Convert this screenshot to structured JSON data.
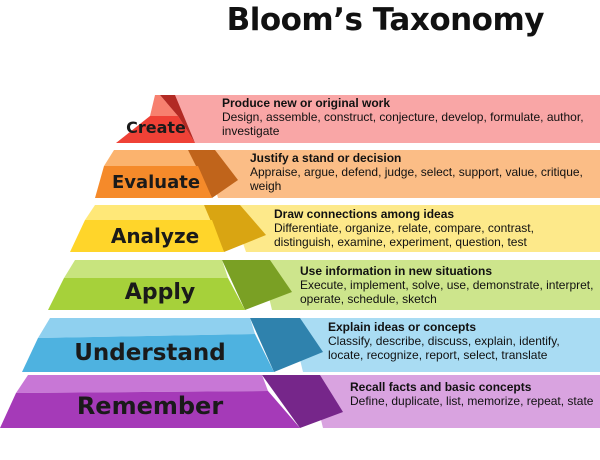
{
  "title": "Bloom’s Taxonomy",
  "levels": [
    {
      "name": "Create",
      "heading": "Produce new or original work",
      "description": "Design, assemble, construct, conjecture, develop, formulate, author, investigate",
      "colors": {
        "band": "#f9a6a6",
        "front": "#ef4136",
        "side": "#b22a24",
        "top": "#f7806f"
      }
    },
    {
      "name": "Evaluate",
      "heading": "Justify a stand or decision",
      "description": "Appraise, argue, defend, judge, select, support, value, critique, weigh",
      "colors": {
        "band": "#fbbd86",
        "front": "#f58a2a",
        "side": "#c0641b",
        "top": "#fbb36e"
      }
    },
    {
      "name": "Analyze",
      "heading": "Draw connections among ideas",
      "description": "Differentiate, organize, relate, compare, contrast, distinguish, examine, experiment, question, test",
      "colors": {
        "band": "#fde98a",
        "front": "#ffd52a",
        "side": "#d9a512",
        "top": "#ffe878"
      }
    },
    {
      "name": "Apply",
      "heading": "Use information in new situations",
      "description": "Execute, implement, solve, use, demonstrate, interpret, operate, schedule, sketch",
      "colors": {
        "band": "#cde58c",
        "front": "#a6d13a",
        "side": "#7aa024",
        "top": "#c8e47e"
      }
    },
    {
      "name": "Understand",
      "heading": "Explain ideas or concepts",
      "description": "Classify, describe, discuss, explain, identify, locate, recognize, report, select, translate",
      "colors": {
        "band": "#a9dcf3",
        "front": "#4eb2e0",
        "side": "#2f82ad",
        "top": "#8fd0ef"
      }
    },
    {
      "name": "Remember",
      "heading": "Recall facts and basic concepts",
      "description": "Define, duplicate, list, memorize, repeat, state",
      "colors": {
        "band": "#d9a3e0",
        "front": "#a53ab8",
        "side": "#76268a",
        "top": "#c877d6"
      }
    }
  ]
}
